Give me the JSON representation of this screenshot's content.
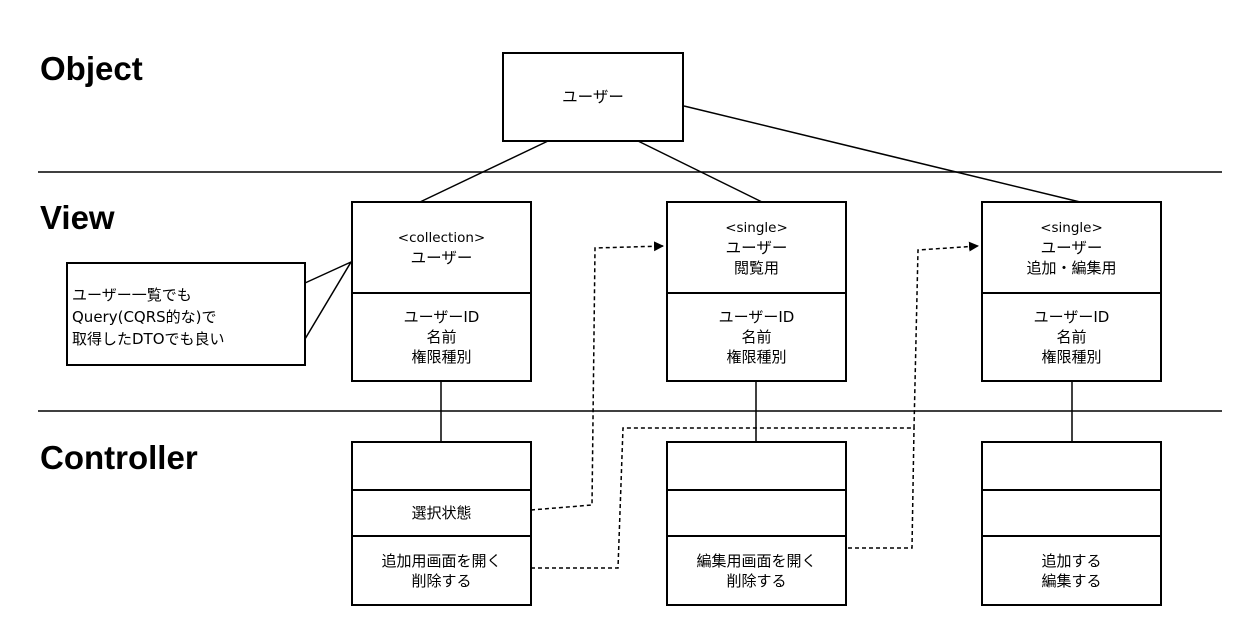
{
  "sections": {
    "object": "Object",
    "view": "View",
    "controller": "Controller"
  },
  "object_box": {
    "label": "ユーザー"
  },
  "view_boxes": [
    {
      "stereotype": "<collection>",
      "title": "ユーザー",
      "subtitle": "",
      "fields": [
        "ユーザーID",
        "名前",
        "権限種別"
      ]
    },
    {
      "stereotype": "<single>",
      "title": "ユーザー",
      "subtitle": "閲覧用",
      "fields": [
        "ユーザーID",
        "名前",
        "権限種別"
      ]
    },
    {
      "stereotype": "<single>",
      "title": "ユーザー",
      "subtitle": "追加・編集用",
      "fields": [
        "ユーザーID",
        "名前",
        "権限種別"
      ]
    }
  ],
  "controller_boxes": [
    {
      "name": "",
      "state": "選択状態",
      "actions": [
        "追加用画面を開く",
        "削除する"
      ]
    },
    {
      "name": "",
      "state": "",
      "actions": [
        "編集用画面を開く",
        "削除する"
      ]
    },
    {
      "name": "",
      "state": "",
      "actions": [
        "追加する",
        "編集する"
      ]
    }
  ],
  "note": {
    "lines": [
      "ユーザー一覧でも",
      "Query(CQRS的な)で",
      "取得したDTOでも良い"
    ]
  }
}
